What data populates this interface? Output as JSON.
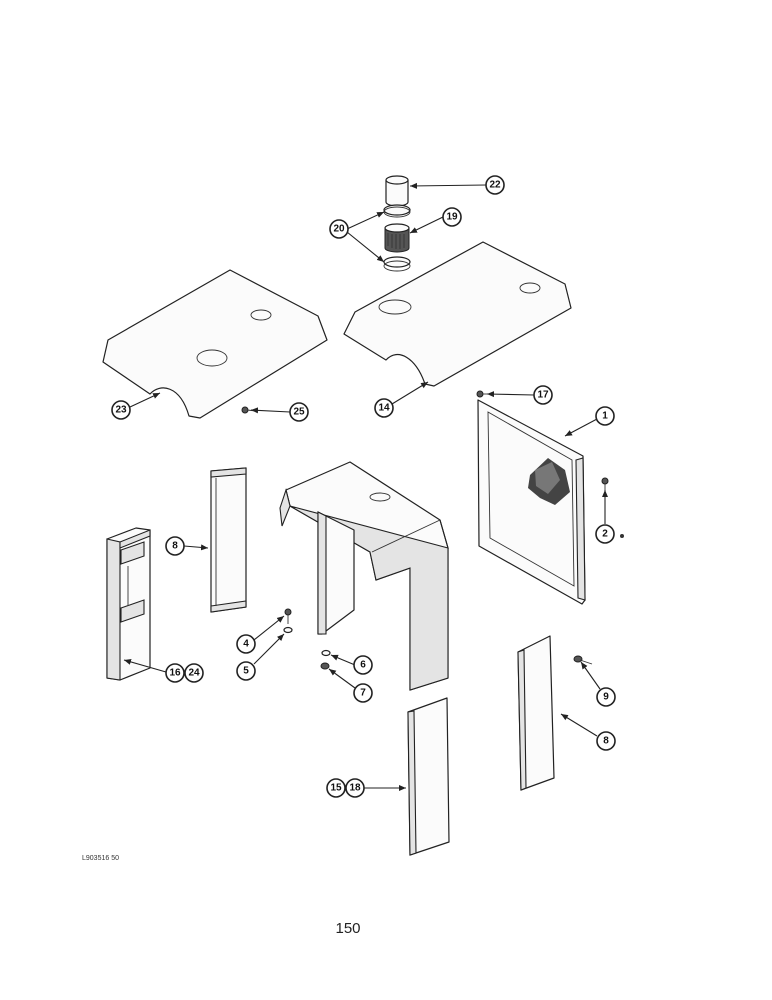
{
  "drawing_id": "L903516 50",
  "page_number": "150",
  "callouts": [
    "1",
    "2",
    "4",
    "5",
    "6",
    "7",
    "8",
    "9",
    "14",
    "15",
    "16",
    "17",
    "18",
    "19",
    "20",
    "22",
    "23",
    "24",
    "25"
  ]
}
